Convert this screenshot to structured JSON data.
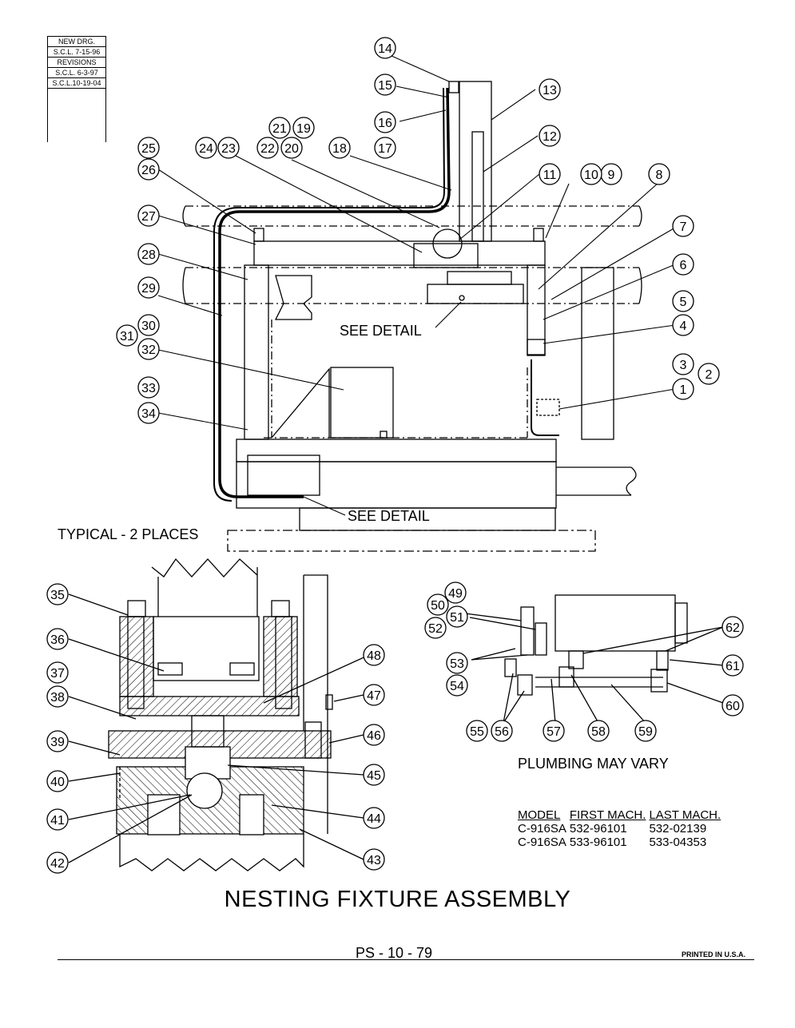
{
  "revisions": {
    "new_drg": "NEW DRG.",
    "new_drg_date": "S.C.L.  7-15-96",
    "header": "REVISIONS",
    "rev1": "S.C.L.  6-3-97",
    "rev2": "S.C.L.10-19-04"
  },
  "labels": {
    "see_detail_top": "SEE DETAIL",
    "see_detail_bottom": "SEE DETAIL",
    "typical": "TYPICAL - 2 PLACES",
    "plumbing": "PLUMBING MAY VARY"
  },
  "callouts": [
    "1",
    "2",
    "3",
    "4",
    "5",
    "6",
    "7",
    "8",
    "9",
    "10",
    "11",
    "12",
    "13",
    "14",
    "15",
    "16",
    "17",
    "18",
    "19",
    "20",
    "21",
    "22",
    "23",
    "24",
    "25",
    "26",
    "27",
    "28",
    "29",
    "30",
    "31",
    "32",
    "33",
    "34",
    "35",
    "36",
    "37",
    "38",
    "39",
    "40",
    "41",
    "42",
    "43",
    "44",
    "45",
    "46",
    "47",
    "48",
    "49",
    "50",
    "51",
    "52",
    "53",
    "54",
    "55",
    "56",
    "57",
    "58",
    "59",
    "60",
    "61",
    "62"
  ],
  "model_table": {
    "headers": [
      "MODEL",
      "FIRST MACH.",
      "LAST MACH."
    ],
    "rows": [
      [
        "C-916SA",
        "532-96101",
        "532-02139"
      ],
      [
        "C-916SA",
        "533-96101",
        "533-04353"
      ]
    ]
  },
  "title": "NESTING FIXTURE ASSEMBLY",
  "page_number": "PS - 10 - 79",
  "printed": "PRINTED IN U.S.A."
}
